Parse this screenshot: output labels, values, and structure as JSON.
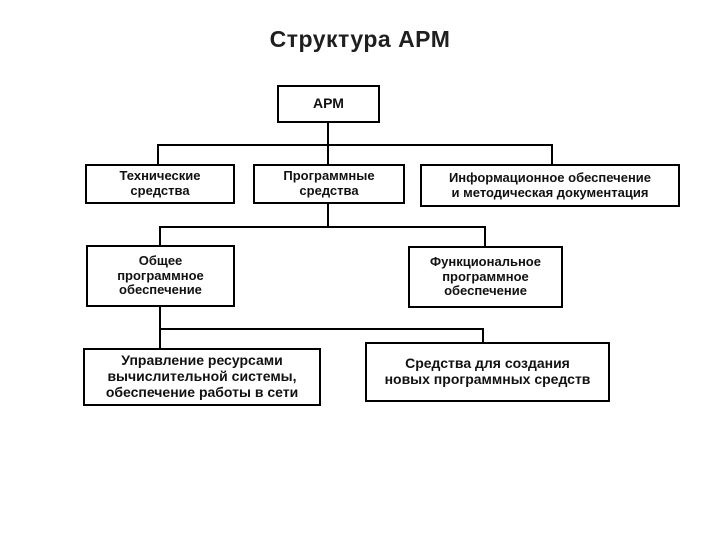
{
  "slide": {
    "title": "Структура АРМ"
  },
  "diagram": {
    "root": {
      "label": "АРМ"
    },
    "level2": [
      {
        "label": "Технические\nсредства"
      },
      {
        "label": "Программные\nсредства"
      },
      {
        "label": "Информационное обеспечение\nи методическая документация"
      }
    ],
    "level3": [
      {
        "label": "Общее\nпрограммное\nобеспечение"
      },
      {
        "label": "Функциональное\nпрограммное\nобеспечение"
      }
    ],
    "level4": [
      {
        "label": "Управление ресурсами\nвычислительной системы,\nобеспечение работы в сети"
      },
      {
        "label": "Средства для создания\nновых программных средств"
      }
    ]
  },
  "colors": {
    "background": "#ffffff",
    "box_fill": "#ffffff",
    "box_border": "#000000",
    "line": "#000000",
    "text": "#111111",
    "title_text": "#1f1f1f"
  }
}
